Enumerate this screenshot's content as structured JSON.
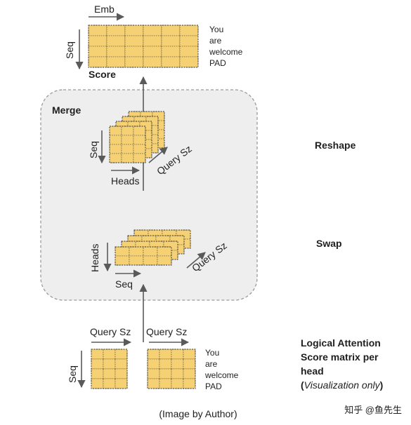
{
  "top": {
    "emb_label": "Emb",
    "seq_label": "Seq",
    "score_label": "Score",
    "words": [
      "You",
      "are",
      "welcome",
      "PAD"
    ]
  },
  "merge": {
    "title": "Merge",
    "reshape": {
      "seq_label": "Seq",
      "heads_label": "Heads",
      "query_label": "Query Sz"
    },
    "swap": {
      "heads_label": "Heads",
      "seq_label": "Seq",
      "query_label": "Query Sz"
    }
  },
  "bottom": {
    "left_query_label": "Query Sz",
    "right_query_label": "Query Sz",
    "seq_label": "Seq",
    "words": [
      "You",
      "are",
      "welcome",
      "PAD"
    ]
  },
  "side_labels": {
    "reshape": "Reshape",
    "swap": "Swap",
    "logical_title_lines": [
      "Logical Attention",
      "Score matrix per",
      "head"
    ],
    "logical_note_open": "(",
    "logical_note": "Visualization only",
    "logical_note_close": ")"
  },
  "footer": {
    "caption": "(Image by Author)",
    "watermark": "知乎 @鱼先生"
  },
  "colors": {
    "cell_fill": "#f6d173",
    "panel_bg": "#eeeeee",
    "arrow": "#5a5a5a"
  }
}
